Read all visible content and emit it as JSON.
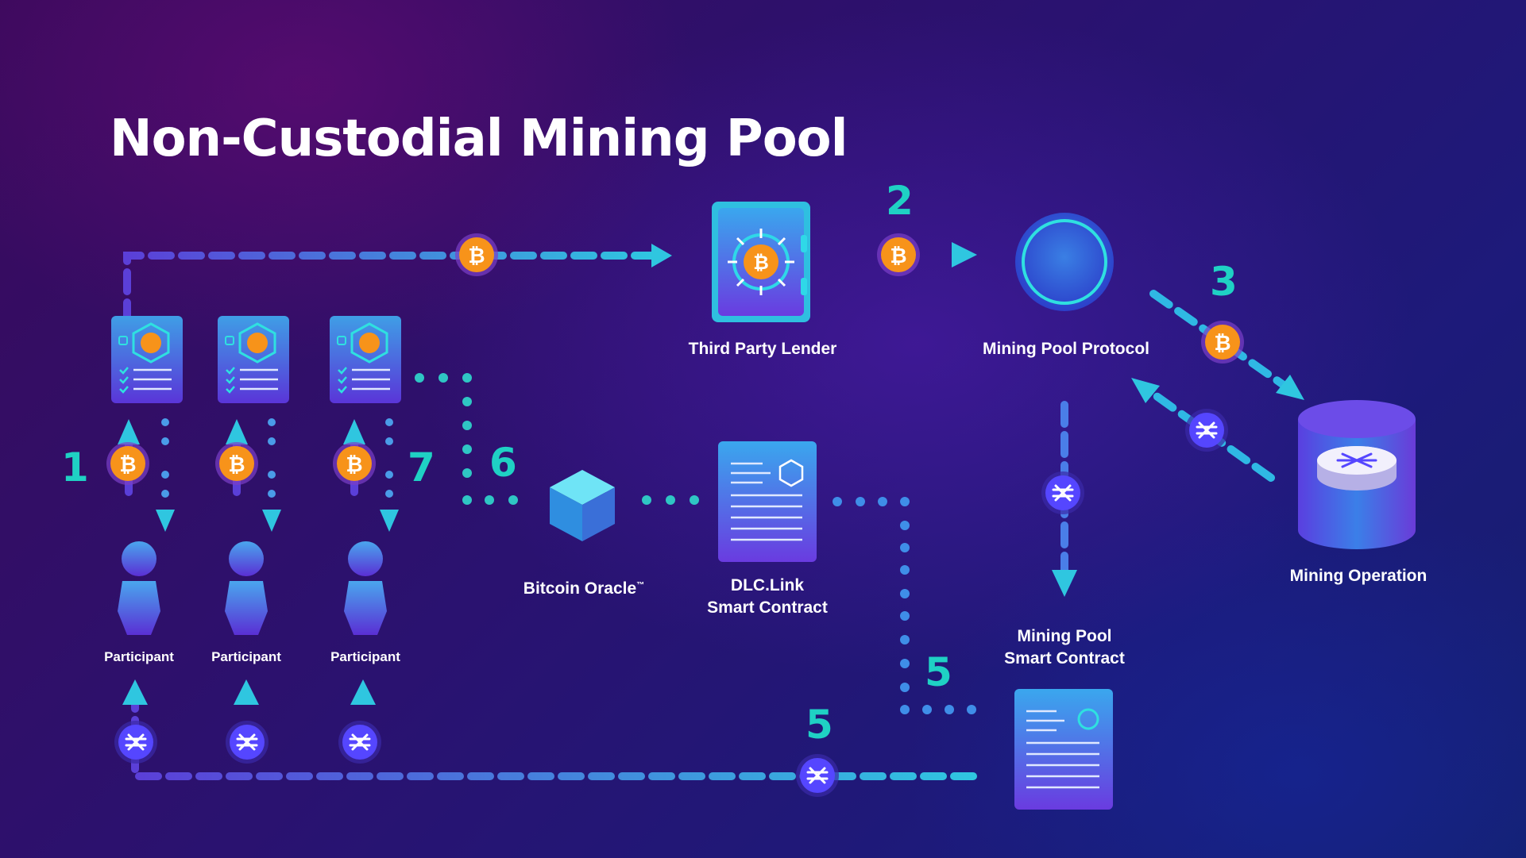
{
  "title": "Non-Custodial Mining Pool",
  "labels": {
    "third_party_lender": "Third Party Lender",
    "mining_pool_protocol": "Mining Pool Protocol",
    "mining_operation": "Mining Operation",
    "bitcoin_oracle": "Bitcoin Oracle",
    "bitcoin_oracle_tm": "™",
    "dlc_link_line1": "DLC.Link",
    "dlc_link_line2": "Smart Contract",
    "mining_pool_sc_line1": "Mining Pool",
    "mining_pool_sc_line2": "Smart Contract",
    "participants": [
      "Participant",
      "Participant",
      "Participant"
    ]
  },
  "steps": {
    "s1": "1",
    "s2": "2",
    "s3": "3",
    "s5a": "5",
    "s5b": "5",
    "s6": "6",
    "s7": "7"
  },
  "icons": {
    "bitcoin": "bitcoin-icon",
    "stacks": "stacks-icon",
    "vault": "vault-icon",
    "cube": "cube-icon",
    "document": "document-icon",
    "participant": "person-icon",
    "mining_rig": "mining-operation-icon"
  },
  "colors": {
    "accent_teal": "#1fd1c4",
    "bitcoin_orange": "#f7931a",
    "stacks_purple": "#5546ff",
    "path_blue": "#3fa0e6"
  }
}
